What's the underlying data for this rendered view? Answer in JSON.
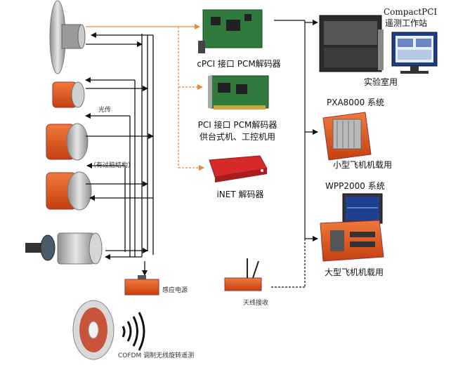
{
  "sensors": {
    "optical_label": "光传",
    "slip_label": "（有过脑结构）",
    "power_label": "感应电源",
    "cofdm_label": "COFDM 调制无线旋转遥测"
  },
  "receivers": {
    "cpci_label": "cPCI 接口 PCM解码器",
    "pci_label_1": "PCI 接口 PCM解码器",
    "pci_label_2": "供台式机、工控机用",
    "inet_label": "iNET 解码器",
    "antenna_label": "天线接收"
  },
  "stations": {
    "compact_title_1": "CompactPCI",
    "compact_title_2": "遥测工作站",
    "lab_label": "实验室用",
    "pxa_title": "PXA8000 系统",
    "pxa_label": "小型飞机机载用",
    "wpp_title": "WPP2000 系统",
    "wpp_label": "大型飞机机载用"
  },
  "colors": {
    "sensor_orange": "#e2521c",
    "arrow_orange": "#e8873a",
    "line_black": "#111111",
    "metal_gray": "#b8b8b8",
    "board_green": "#2f7a3c",
    "decoder_red": "#d92a2a"
  },
  "icons": [
    "rotary-disc",
    "slip-ring",
    "pcb-card",
    "decoder-box",
    "antenna",
    "monitor",
    "rack",
    "wireless-waves"
  ]
}
